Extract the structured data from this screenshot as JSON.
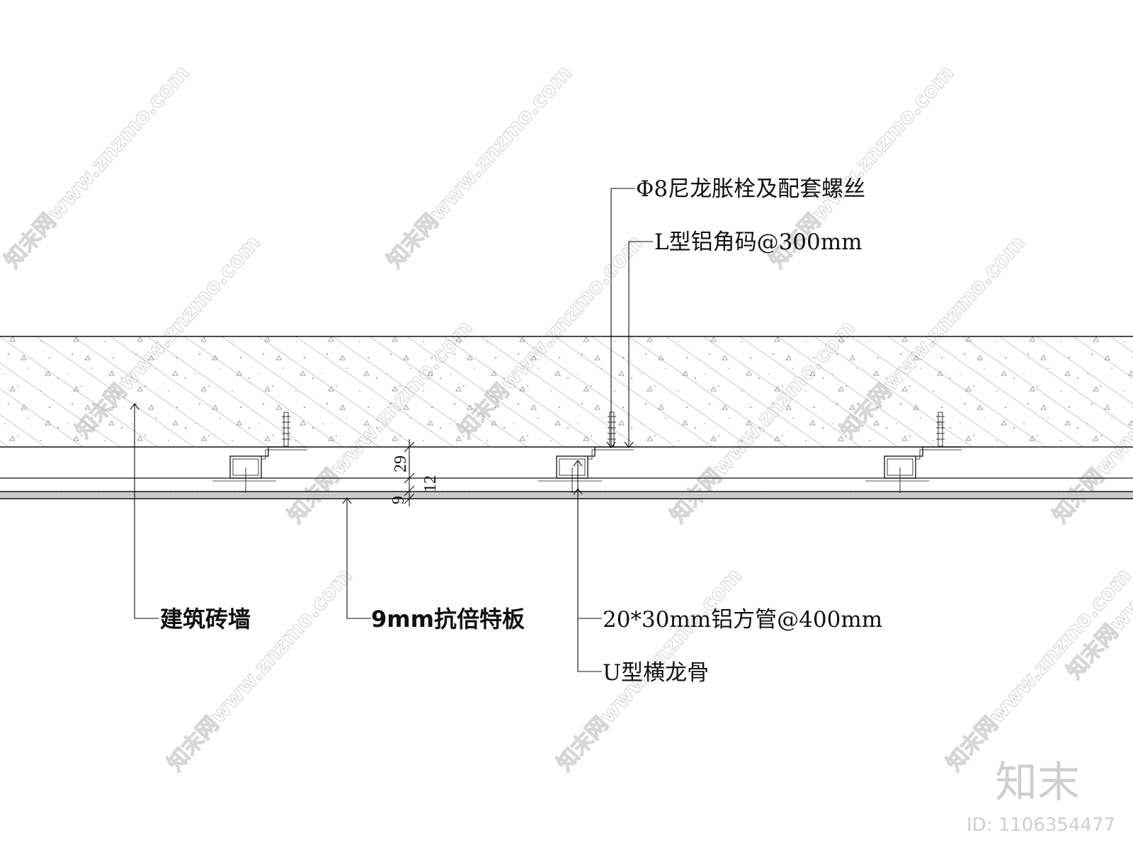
{
  "drawing": {
    "callouts": {
      "anchor_bolt": "Φ8尼龙胀栓及配套螺丝",
      "l_bracket": "L型铝角码@300mm",
      "brick_wall": "建筑砖墙",
      "board": "9mm抗倍特板",
      "alu_tube": "20*30mm铝方管@400mm",
      "u_keel": "U型横龙骨"
    },
    "dimensions": {
      "gap": "29",
      "tube": "12",
      "board": "9"
    }
  },
  "watermark": {
    "text": "知末网www.znzmo.com",
    "brand": "知末",
    "id": "ID: 1106354477"
  },
  "colors": {
    "line": "#111111",
    "hatch": "#9a9a9a",
    "board_fill": "#c8c8c8",
    "watermark": "#d6d6d6"
  }
}
